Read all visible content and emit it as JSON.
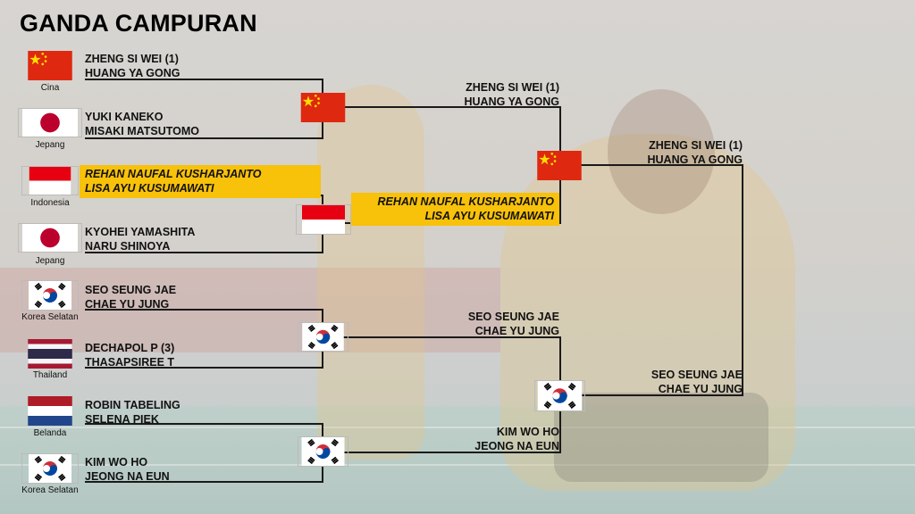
{
  "title": "GANDA CAMPURAN",
  "round1": [
    {
      "country": "Cina",
      "flag": "china-flag-icon",
      "p1": "ZHENG SI WEI (1)",
      "p2": "HUANG YA GONG"
    },
    {
      "country": "Jepang",
      "flag": "japan-flag-icon",
      "p1": "YUKI KANEKO",
      "p2": "MISAKI MATSUTOMO"
    },
    {
      "country": "Indonesia",
      "flag": "indonesia-flag-icon",
      "p1": "REHAN NAUFAL KUSHARJANTO",
      "p2": "LISA AYU KUSUMAWATI",
      "highlight": true
    },
    {
      "country": "Jepang",
      "flag": "japan-flag-icon",
      "p1": "KYOHEI YAMASHITA",
      "p2": "NARU SHINOYA"
    },
    {
      "country": "Korea Selatan",
      "flag": "korea-flag-icon",
      "p1": "SEO SEUNG JAE",
      "p2": "CHAE YU JUNG"
    },
    {
      "country": "Thailand",
      "flag": "thailand-flag-icon",
      "p1": "DECHAPOL P (3)",
      "p2": "THASAPSIREE T"
    },
    {
      "country": "Belanda",
      "flag": "netherlands-flag-icon",
      "p1": "ROBIN TABELING",
      "p2": "SELENA PIEK"
    },
    {
      "country": "Korea Selatan",
      "flag": "korea-flag-icon",
      "p1": "KIM WO HO",
      "p2": "JEONG NA EUN"
    }
  ],
  "quarterfinal_winners": [
    {
      "flag": "china-flag-icon"
    },
    {
      "flag": "indonesia-flag-icon"
    },
    {
      "flag": "korea-flag-icon"
    },
    {
      "flag": "korea-flag-icon"
    }
  ],
  "semifinal": [
    {
      "p1": "ZHENG SI WEI (1)",
      "p2": "HUANG YA GONG"
    },
    {
      "p1": "REHAN NAUFAL KUSHARJANTO",
      "p2": "LISA AYU KUSUMAWATI",
      "highlight": true
    },
    {
      "p1": "SEO SEUNG JAE",
      "p2": "CHAE YU JUNG"
    },
    {
      "p1": "KIM WO HO",
      "p2": "JEONG NA EUN"
    }
  ],
  "semifinal_winners": [
    {
      "flag": "china-flag-icon"
    },
    {
      "flag": "korea-flag-icon"
    }
  ],
  "final": [
    {
      "p1": "ZHENG SI WEI (1)",
      "p2": "HUANG YA GONG"
    },
    {
      "p1": "SEO SEUNG JAE",
      "p2": "CHAE YU JUNG"
    }
  ],
  "colors": {
    "highlight": "#f8c10a",
    "line": "#1a1a1a",
    "china_red": "#de2910",
    "indonesia_red": "#e70011"
  }
}
